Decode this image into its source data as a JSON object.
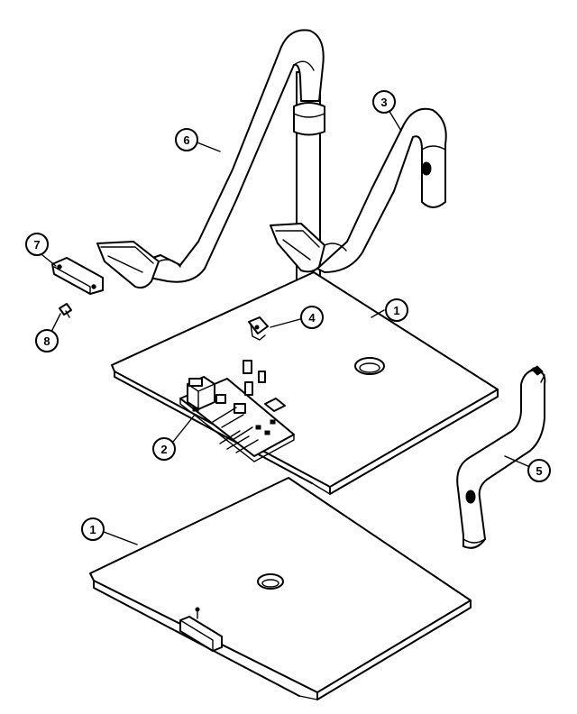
{
  "callouts": [
    {
      "id": "c1a",
      "label": "1"
    },
    {
      "id": "c1b",
      "label": "1"
    },
    {
      "id": "c2",
      "label": "2"
    },
    {
      "id": "c3",
      "label": "3"
    },
    {
      "id": "c4",
      "label": "4"
    },
    {
      "id": "c5",
      "label": "5"
    },
    {
      "id": "c6",
      "label": "6"
    },
    {
      "id": "c7",
      "label": "7"
    },
    {
      "id": "c8",
      "label": "8"
    }
  ]
}
